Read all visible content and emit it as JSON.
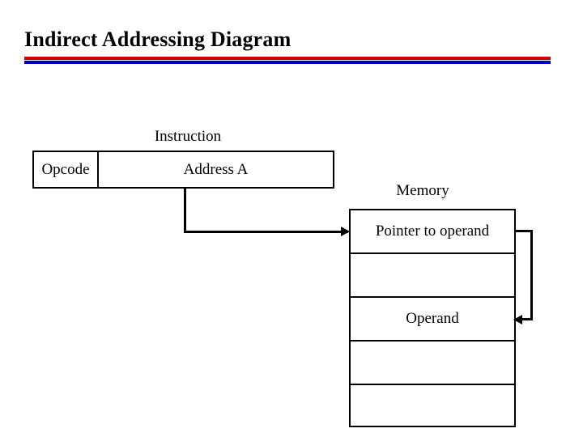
{
  "slide": {
    "title": "Indirect Addressing Diagram",
    "accent_rule_top_color": "#d00000",
    "accent_rule_bottom_color": "#0000cc",
    "background_color": "#ffffff",
    "text_color": "#000000"
  },
  "instruction": {
    "label": "Instruction",
    "opcode_label": "Opcode",
    "address_label": "Address A"
  },
  "memory": {
    "label": "Memory",
    "cells": [
      {
        "label": "Pointer to operand"
      },
      {
        "label": ""
      },
      {
        "label": "Operand"
      },
      {
        "label": ""
      },
      {
        "label": ""
      }
    ]
  },
  "connectors": {
    "address_to_pointer": "arrow-address-a-to-pointer-cell",
    "pointer_to_operand": "arrow-pointer-cell-to-operand-cell"
  }
}
